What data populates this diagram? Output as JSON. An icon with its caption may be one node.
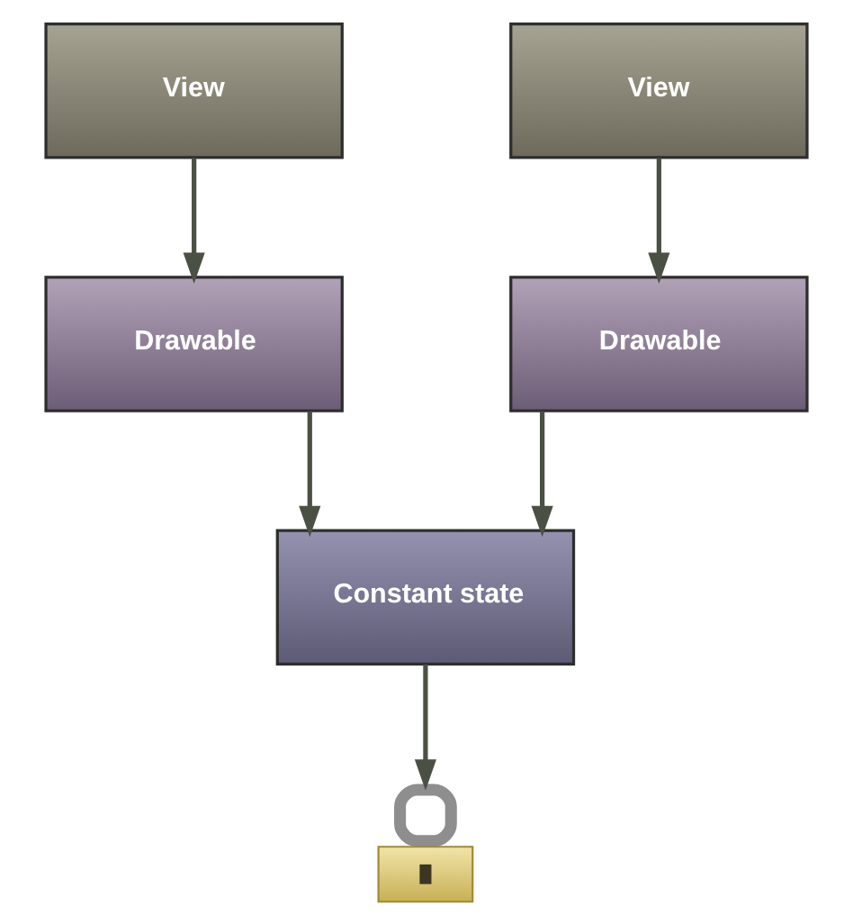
{
  "diagram": {
    "nodes": [
      {
        "text": [
          "View"
        ]
      },
      {
        "text": [
          "View"
        ]
      },
      {
        "text": [
          "Drawable"
        ]
      },
      {
        "text": [
          "Drawable"
        ]
      },
      {
        "text": [
          "Constant state"
        ]
      },
      {
        "text": [],
        "shape": "picture"
      }
    ],
    "edges": [
      {
        "from": 0,
        "to": 2,
        "arrow": "to"
      },
      {
        "from": 1,
        "to": 3,
        "arrow": "to"
      },
      {
        "from": 2,
        "to": 4,
        "arrow": "to"
      },
      {
        "from": 3,
        "to": 4,
        "arrow": "to"
      },
      {
        "from": 4,
        "to": 5,
        "arrow": "to"
      }
    ]
  }
}
